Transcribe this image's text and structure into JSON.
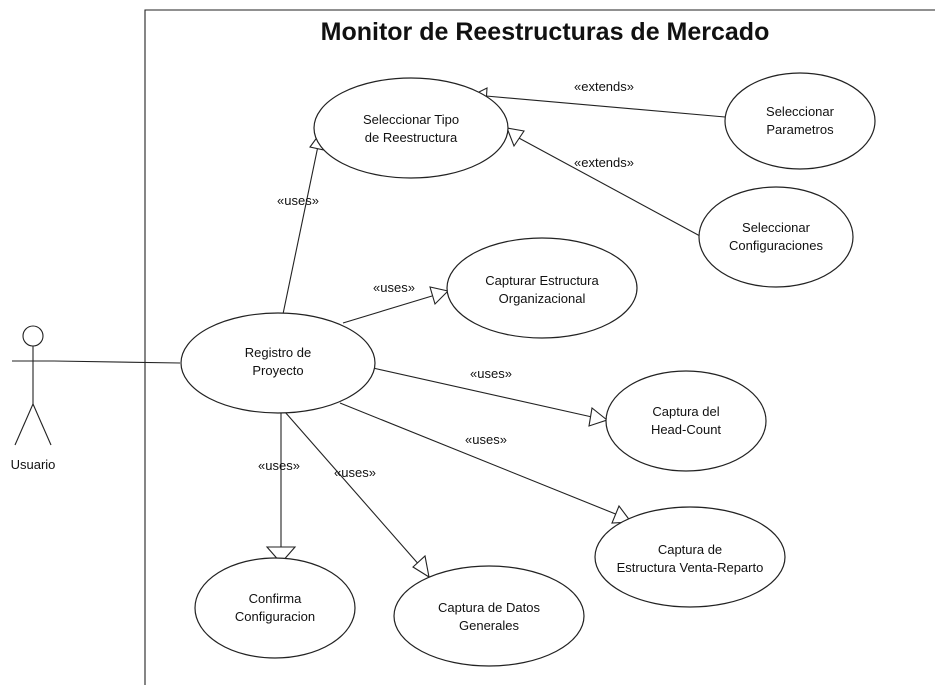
{
  "system": {
    "title": "Monitor de Reestructuras de Mercado"
  },
  "actor": {
    "name": "Usuario"
  },
  "use_cases": {
    "seleccionar_tipo": [
      "Seleccionar Tipo",
      "de Reestructura"
    ],
    "seleccionar_parametros": [
      "Seleccionar",
      "Parametros"
    ],
    "seleccionar_configuraciones": [
      "Seleccionar",
      "Configuraciones"
    ],
    "capturar_estructura": [
      "Capturar Estructura",
      "Organizacional"
    ],
    "registro_proyecto": [
      "Registro de",
      "Proyecto"
    ],
    "captura_headcount": [
      "Captura del",
      "Head-Count"
    ],
    "captura_venta_reparto": [
      "Captura de",
      "Estructura Venta-Reparto"
    ],
    "confirma_configuracion": [
      "Confirma",
      "Configuracion"
    ],
    "captura_datos_generales": [
      "Captura de Datos",
      "Generales"
    ]
  },
  "relations": {
    "extends_parametros": "«extends»",
    "extends_configuraciones": "«extends»",
    "uses_tipo": "«uses»",
    "uses_estructura": "«uses»",
    "uses_headcount": "«uses»",
    "uses_venta_reparto": "«uses»",
    "uses_confirma": "«uses»",
    "uses_datos_generales": "«uses»"
  }
}
